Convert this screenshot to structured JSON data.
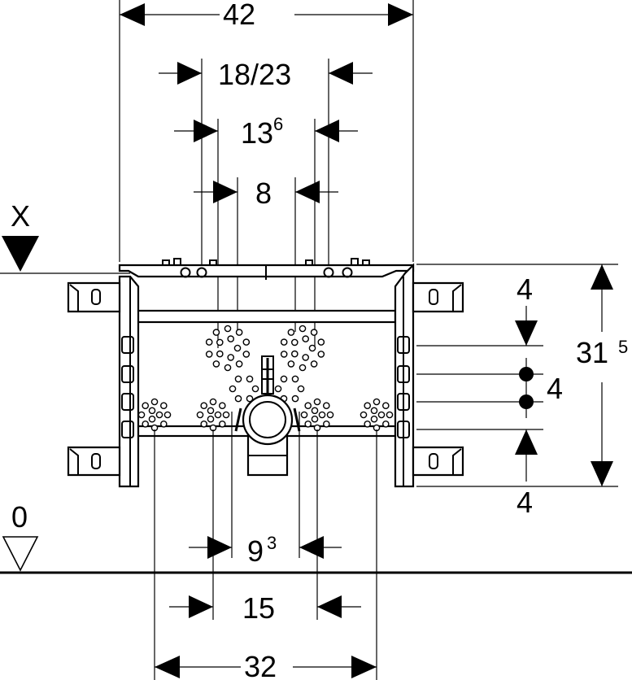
{
  "diagram": {
    "dimensions": {
      "overall_width": "42",
      "outer_outlet_spacing": "18/23",
      "mid_outlet_spacing_base": "13",
      "mid_outlet_spacing_sup": "6",
      "inner_outlet_spacing": "8",
      "height_base": "31",
      "height_sup": "5",
      "top_offset": "4",
      "middle_spacing": "4",
      "bottom_offset": "4",
      "drain_spacing_base": "9",
      "drain_spacing_sup": "3",
      "lower_spacing": "15",
      "bottom_width": "32"
    },
    "reference_marks": {
      "top_level": "X",
      "floor_level": "0"
    }
  }
}
